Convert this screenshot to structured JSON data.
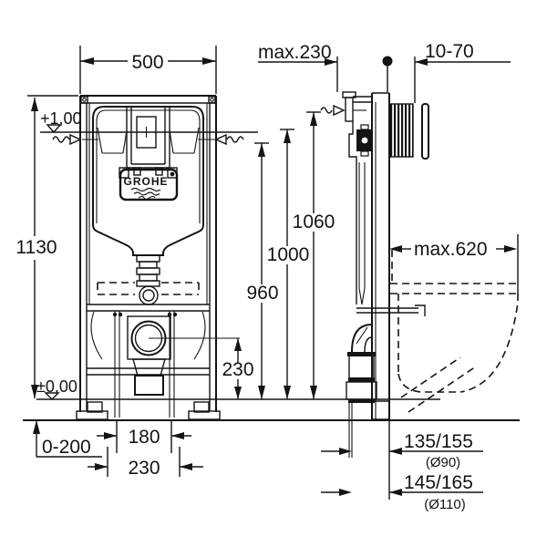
{
  "labels": {
    "brand": "GROHE",
    "frame_width": "500",
    "frame_height": "1130",
    "upper_level": "+1,00",
    "floor_level": "±0,00",
    "foot_range": "0-200",
    "rod_spacing": "180",
    "front_230": "230",
    "max_depth": "max.230",
    "plate_range": "10-70",
    "h1060": "1060",
    "h1000": "1000",
    "h960": "960",
    "outlet_230": "230",
    "max620": "max.620",
    "drain1": "135/155",
    "drain1_dia": "(Ø90)",
    "drain2": "145/165",
    "drain2_dia": "(Ø110)"
  },
  "colors": {
    "ink": "#141414",
    "paper": "#ffffff"
  }
}
